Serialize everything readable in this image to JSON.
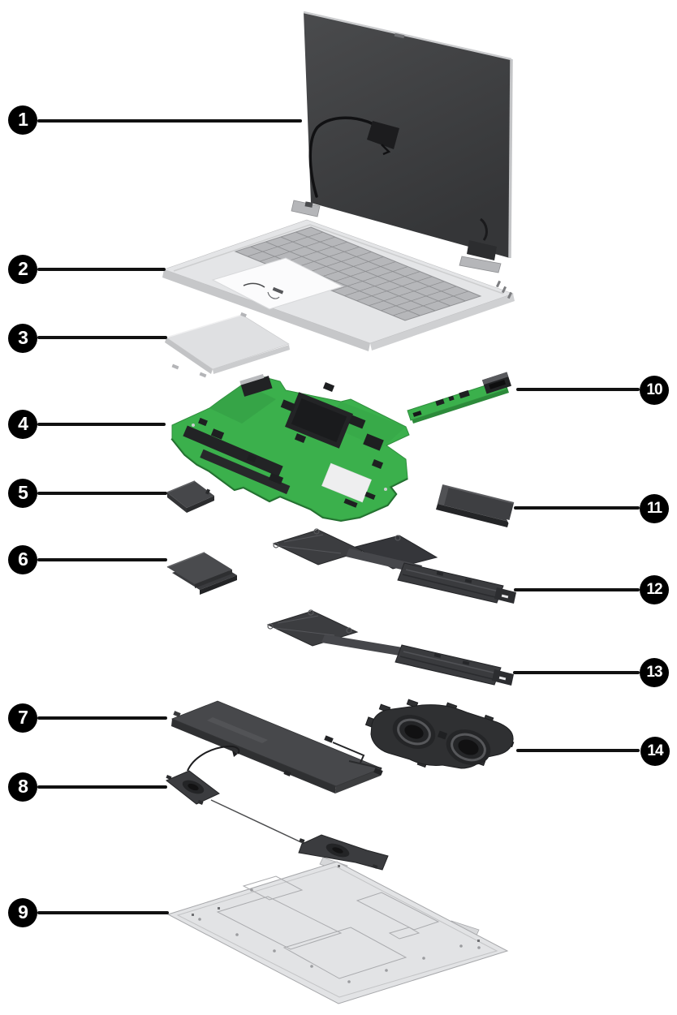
{
  "figure": {
    "kind": "laptop exploded parts diagram",
    "background_color": "#ffffff",
    "callout_fill": "#000000",
    "callout_text_color": "#ffffff",
    "leader_line_color": "#111111"
  },
  "palette": {
    "display_dark": "#404143",
    "silver_rim": "#c6c7c9",
    "cover_silver": "#e4e5e7",
    "keyboard_gray": "#b6b7ba",
    "grid_line": "#8c8d90",
    "pcb_green": "#3bb04c",
    "pcb_green_dark": "#2f8e3d",
    "part_dark_gray": "#3c3d40",
    "part_darker": "#27282a",
    "bottom_cover_light": "#e2e3e5"
  },
  "callouts": [
    {
      "number": "1",
      "part": "display assembly"
    },
    {
      "number": "2",
      "part": "top cover with keyboard"
    },
    {
      "number": "3",
      "part": "touchpad"
    },
    {
      "number": "4",
      "part": "system board"
    },
    {
      "number": "5",
      "part": "wireless module"
    },
    {
      "number": "6",
      "part": "memory modules"
    },
    {
      "number": "7",
      "part": "battery"
    },
    {
      "number": "8",
      "part": "speakers"
    },
    {
      "number": "9",
      "part": "bottom cover"
    },
    {
      "number": "10",
      "part": "usb board"
    },
    {
      "number": "11",
      "part": "solid state drive"
    },
    {
      "number": "12",
      "part": "heat sink upper"
    },
    {
      "number": "13",
      "part": "heat sink lower"
    },
    {
      "number": "14",
      "part": "fan assembly"
    }
  ]
}
